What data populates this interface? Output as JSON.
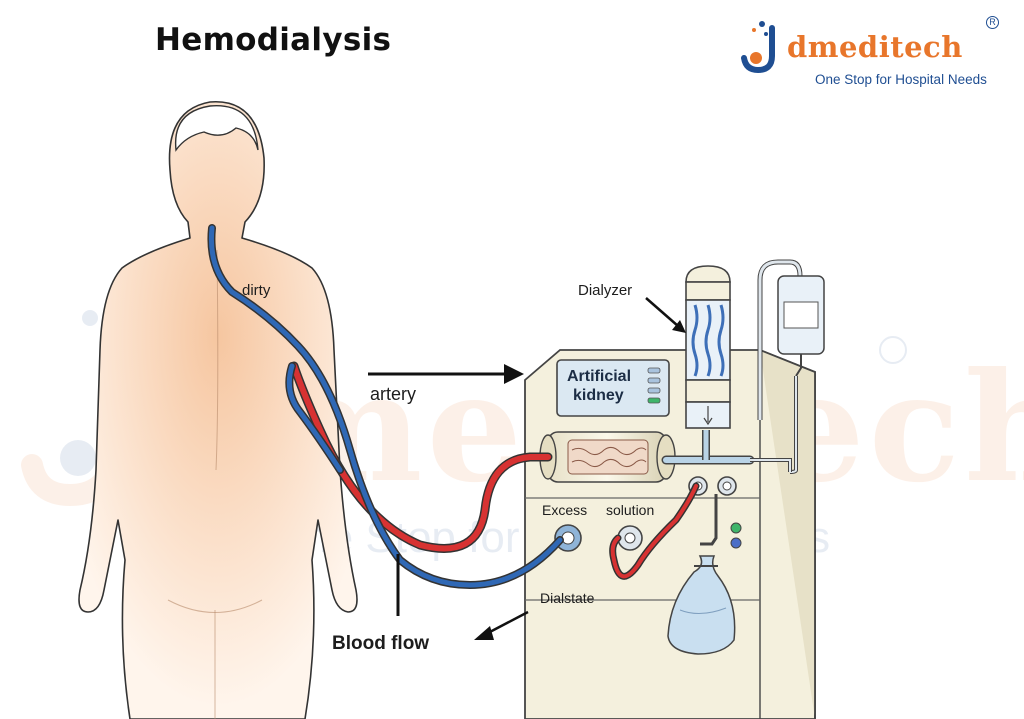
{
  "title": "Hemodialysis",
  "logo": {
    "brand": "dmeditech",
    "tagline": "One Stop for Hospital Needs",
    "registered": "R"
  },
  "watermark": {
    "brand": "dmeditech",
    "tagline": "One Stop for Hospital Needs"
  },
  "labels": {
    "dirty": "dirty",
    "artery": "artery",
    "dialyzer": "Dialyzer",
    "artificial_kidney_line1": "Artificial",
    "artificial_kidney_line2": "kidney",
    "excess": "Excess",
    "solution": "solution",
    "dialstate": "Dialstate",
    "blood_flow": "Blood flow"
  },
  "colors": {
    "dirty_blood": "#2f68b5",
    "clean_blood": "#d73232",
    "brand_orange": "#e8762b",
    "brand_blue": "#1f4e92",
    "machine_body": "#f4f0dd"
  }
}
